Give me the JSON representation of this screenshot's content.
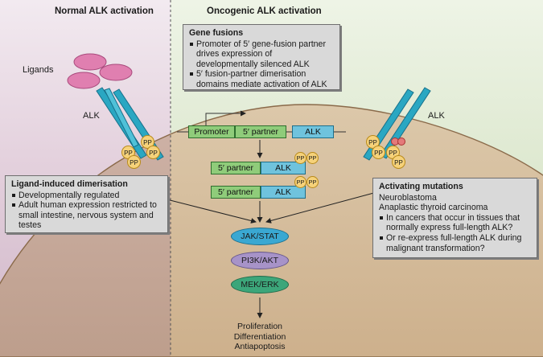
{
  "panels": {
    "normal": {
      "title": "Normal ALK activation"
    },
    "oncogenic": {
      "title": "Oncogenic ALK activation"
    }
  },
  "labels": {
    "ligands": "Ligands",
    "alk_left": "ALK",
    "alk_right": "ALK",
    "phospho": "PP"
  },
  "gene_fusions": {
    "title": "Gene fusions",
    "items": [
      "Promoter of 5′ gene-fusion partner drives expression of developmentally silenced ALK",
      "5′ fusion-partner dimerisation domains mediate activation of ALK"
    ]
  },
  "gene_construct": {
    "promoter": "Promoter",
    "partner": "5′ partner",
    "alk": "ALK"
  },
  "fusion_proteins": [
    {
      "partner": "5′ partner",
      "alk": "ALK"
    },
    {
      "partner": "5′ partner",
      "alk": "ALK"
    }
  ],
  "ligand_box": {
    "title": "Ligand-induced dimerisation",
    "items": [
      "Developmentally regulated",
      "Adult human expression restricted to small intestine, nervous system and testes"
    ]
  },
  "mutation_box": {
    "title": "Activating mutations",
    "plain": [
      "Neuroblastoma",
      "Anaplastic thyroid carcinoma"
    ],
    "items": [
      "In cancers that occur in tissues that normally express full-length ALK?",
      "Or re-express full-length ALK during malignant transformation?"
    ]
  },
  "pathways": [
    "JAK/STAT",
    "PI3K/AKT",
    "MEK/ERK"
  ],
  "outcomes": [
    "Proliferation",
    "Differentiation",
    "Antiapoptosis"
  ],
  "colors": {
    "left_panel": "#e2cedb",
    "right_panel": "#dde8cf",
    "cell": "#d8c3a4",
    "receptor": "#2aa7c2",
    "ligand": "#e07fb0",
    "phospho": "#f6d27a",
    "green_box": "#8fcc7a",
    "blue_box": "#6fc3dd",
    "jak": "#3aa8d2",
    "pi3k": "#a793c8",
    "mek": "#3ca67a"
  }
}
